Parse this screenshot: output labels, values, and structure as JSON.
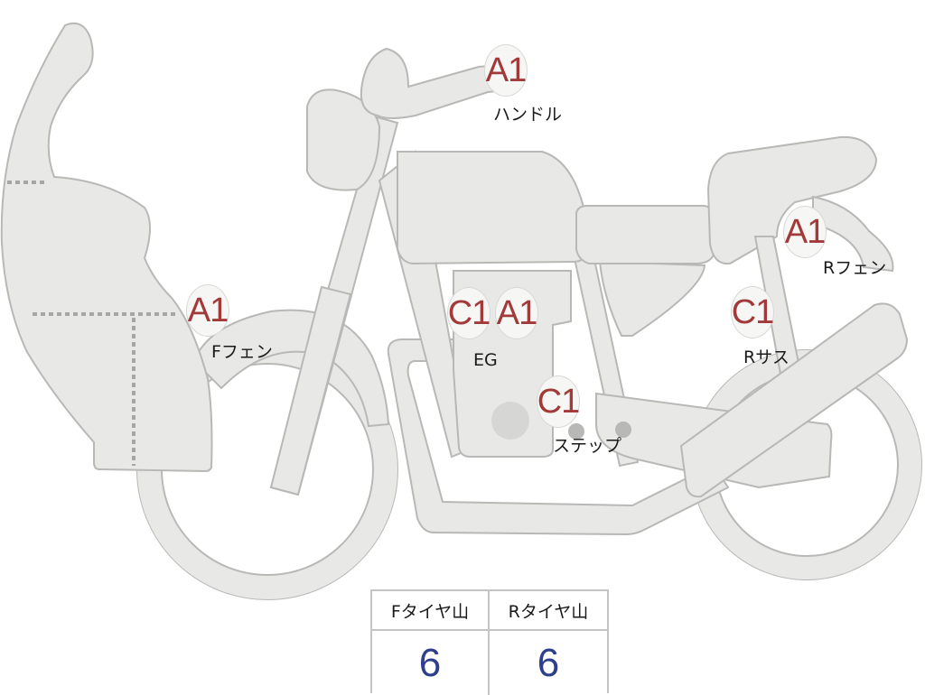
{
  "markers": [
    {
      "id": "handle",
      "code": "A1",
      "label": "ハンドル"
    },
    {
      "id": "r-fender",
      "code": "A1",
      "label": "Rフェン"
    },
    {
      "id": "f-fender",
      "code": "A1",
      "label": "Fフェン"
    },
    {
      "id": "engine",
      "codes": [
        "C1",
        "A1"
      ],
      "label": "EG"
    },
    {
      "id": "r-suspension",
      "code": "C1",
      "label": "Rサス"
    },
    {
      "id": "step",
      "code": "C1",
      "label": "ステップ"
    }
  ],
  "tire_tread": {
    "headers": [
      "Fタイヤ山",
      "Rタイヤ山"
    ],
    "values": [
      "6",
      "6"
    ]
  },
  "colors": {
    "body_fill": "#e8e8e6",
    "outline": "#b8b8b6",
    "marker_text": "#a23a3a",
    "value_text": "#2e3f8c"
  }
}
